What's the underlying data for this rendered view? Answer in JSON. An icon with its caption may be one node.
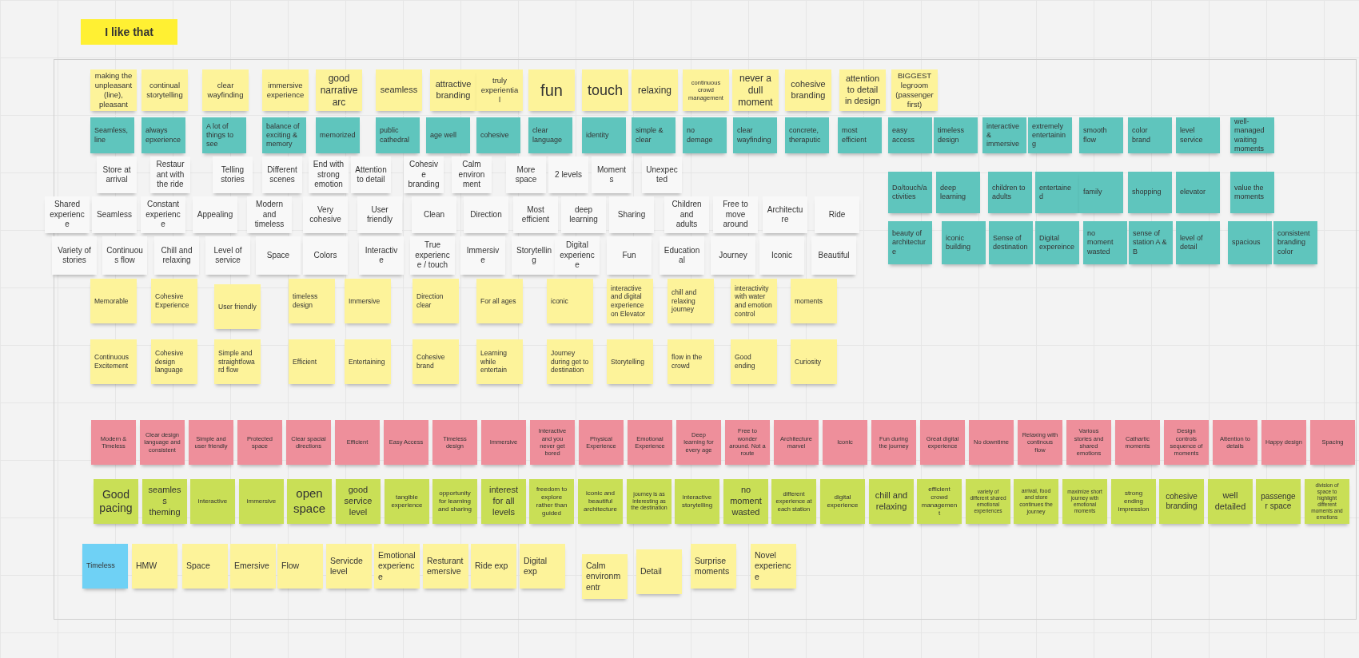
{
  "diagram": {
    "title": "I like that",
    "nodes": [
      {
        "text": [
          "making the unpleasant (line), pleasant"
        ]
      },
      {
        "text": [
          "continual storytelling"
        ]
      },
      {
        "text": [
          "clear wayfinding"
        ]
      },
      {
        "text": [
          "immersive experience"
        ]
      },
      {
        "text": [
          "good narrative arc"
        ]
      },
      {
        "text": [
          "seamless"
        ]
      },
      {
        "text": [
          "attractive branding"
        ]
      },
      {
        "text": [
          "truly experiential"
        ]
      },
      {
        "text": [
          "fun"
        ]
      },
      {
        "text": [
          "touch"
        ]
      },
      {
        "text": [
          "relaxing"
        ]
      },
      {
        "text": [
          "continuous crowd management"
        ]
      },
      {
        "text": [
          "never a dull moment"
        ]
      },
      {
        "text": [
          "cohesive branding"
        ]
      },
      {
        "text": [
          "attention to detail in design"
        ]
      },
      {
        "text": [
          "BIGGEST legroom (passenger first)"
        ]
      },
      {
        "text": [
          "Seamless, line"
        ]
      },
      {
        "text": [
          "always epxerience"
        ]
      },
      {
        "text": [
          "A lot of things to see"
        ]
      },
      {
        "text": [
          "balance of exciting & memory"
        ]
      },
      {
        "text": [
          "memorized"
        ]
      },
      {
        "text": [
          "public cathedral"
        ]
      },
      {
        "text": [
          "age well"
        ]
      },
      {
        "text": [
          "cohesive"
        ]
      },
      {
        "text": [
          "clear language"
        ]
      },
      {
        "text": [
          "identity"
        ]
      },
      {
        "text": [
          "simple & clear"
        ]
      },
      {
        "text": [
          "no demage"
        ]
      },
      {
        "text": [
          "clear wayfinding"
        ]
      },
      {
        "text": [
          "concrete, theraputic"
        ]
      },
      {
        "text": [
          "most efficient"
        ]
      },
      {
        "text": [
          "easy access"
        ]
      },
      {
        "text": [
          "timeless design"
        ]
      },
      {
        "text": [
          "interactive & immersive"
        ]
      },
      {
        "text": [
          "extremely entertaining"
        ]
      },
      {
        "text": [
          "smooth flow"
        ]
      },
      {
        "text": [
          "color brand"
        ]
      },
      {
        "text": [
          "level service"
        ]
      },
      {
        "text": [
          "well-managed waiting moments"
        ]
      },
      {
        "text": [
          "Store at arrival"
        ]
      },
      {
        "text": [
          "Restaurant with the ride"
        ]
      },
      {
        "text": [
          "Telling stories"
        ]
      },
      {
        "text": [
          "Different scenes"
        ]
      },
      {
        "text": [
          "End with strong emotion"
        ]
      },
      {
        "text": [
          "Attention to detail"
        ]
      },
      {
        "text": [
          "Cohesive branding"
        ]
      },
      {
        "text": [
          "Calm environment"
        ]
      },
      {
        "text": [
          "More space"
        ]
      },
      {
        "text": [
          "2 levels"
        ]
      },
      {
        "text": [
          "Moments"
        ]
      },
      {
        "text": [
          "Unexpected"
        ]
      },
      {
        "text": [
          "Do/touch/activities"
        ]
      },
      {
        "text": [
          "deep learning"
        ]
      },
      {
        "text": [
          "children to adults"
        ]
      },
      {
        "text": [
          "entertained"
        ]
      },
      {
        "text": [
          "family"
        ]
      },
      {
        "text": [
          "shopping"
        ]
      },
      {
        "text": [
          "elevator"
        ]
      },
      {
        "text": [
          "value the moments"
        ]
      },
      {
        "text": [
          "Shared experience"
        ]
      },
      {
        "text": [
          "Seamless"
        ]
      },
      {
        "text": [
          "Constant experience"
        ]
      },
      {
        "text": [
          "Appealing"
        ]
      },
      {
        "text": [
          "Modern and timeless"
        ]
      },
      {
        "text": [
          "Very cohesive"
        ]
      },
      {
        "text": [
          "User friendly"
        ]
      },
      {
        "text": [
          "Clean"
        ]
      },
      {
        "text": [
          "Direction"
        ]
      },
      {
        "text": [
          "Most efficient"
        ]
      },
      {
        "text": [
          "deep learning"
        ]
      },
      {
        "text": [
          "Sharing"
        ]
      },
      {
        "text": [
          "Children and adults"
        ]
      },
      {
        "text": [
          "Free to move around"
        ]
      },
      {
        "text": [
          "Architecture"
        ]
      },
      {
        "text": [
          "Ride"
        ]
      },
      {
        "text": [
          "beauty of architecture"
        ]
      },
      {
        "text": [
          "iconic building"
        ]
      },
      {
        "text": [
          "Sense of destination"
        ]
      },
      {
        "text": [
          "Digital expereince"
        ]
      },
      {
        "text": [
          "no moment wasted"
        ]
      },
      {
        "text": [
          "sense of station A & B"
        ]
      },
      {
        "text": [
          "level of detail"
        ]
      },
      {
        "text": [
          "spacious"
        ]
      },
      {
        "text": [
          "consistent branding color"
        ]
      },
      {
        "text": [
          "Variety of stories"
        ]
      },
      {
        "text": [
          "Continuous flow"
        ]
      },
      {
        "text": [
          "Chill and relaxing"
        ]
      },
      {
        "text": [
          "Level of service"
        ]
      },
      {
        "text": [
          "Space"
        ]
      },
      {
        "text": [
          "Colors"
        ]
      },
      {
        "text": [
          "Interactive"
        ]
      },
      {
        "text": [
          "True experience / touch"
        ]
      },
      {
        "text": [
          "Immersive"
        ]
      },
      {
        "text": [
          "Storytelling"
        ]
      },
      {
        "text": [
          "Digital experience"
        ]
      },
      {
        "text": [
          "Fun"
        ]
      },
      {
        "text": [
          "Educational"
        ]
      },
      {
        "text": [
          "Journey"
        ]
      },
      {
        "text": [
          "Iconic"
        ]
      },
      {
        "text": [
          "Beautiful"
        ]
      },
      {
        "text": [
          "Memorable"
        ]
      },
      {
        "text": [
          "Cohesive Experience"
        ]
      },
      {
        "text": [
          "User friendly"
        ]
      },
      {
        "text": [
          "timeless design"
        ]
      },
      {
        "text": [
          "Immersive"
        ]
      },
      {
        "text": [
          "Direction clear"
        ]
      },
      {
        "text": [
          "For all ages"
        ]
      },
      {
        "text": [
          "iconic"
        ]
      },
      {
        "text": [
          "interactive and digital experience on Elevator"
        ]
      },
      {
        "text": [
          "chill and relaxing journey"
        ]
      },
      {
        "text": [
          "interactivity with water and emotion control"
        ]
      },
      {
        "text": [
          "moments"
        ]
      },
      {
        "text": [
          "Continuous Excitement"
        ]
      },
      {
        "text": [
          "Cohesive design language"
        ]
      },
      {
        "text": [
          "Simple and straightfoward flow"
        ]
      },
      {
        "text": [
          "Efficient"
        ]
      },
      {
        "text": [
          "Entertaining"
        ]
      },
      {
        "text": [
          "Cohesive brand"
        ]
      },
      {
        "text": [
          "Learning while entertain"
        ]
      },
      {
        "text": [
          "Journey during get to destination"
        ]
      },
      {
        "text": [
          "Storytelling"
        ]
      },
      {
        "text": [
          "flow in the crowd"
        ]
      },
      {
        "text": [
          "Good ending"
        ]
      },
      {
        "text": [
          "Curiosity"
        ]
      },
      {
        "text": [
          "Modern & Timeless"
        ]
      },
      {
        "text": [
          "Clear design language and consistent"
        ]
      },
      {
        "text": [
          "Simple and user friendly"
        ]
      },
      {
        "text": [
          "Protected space"
        ]
      },
      {
        "text": [
          "Clear spacial directions"
        ]
      },
      {
        "text": [
          "Efficient"
        ]
      },
      {
        "text": [
          "Easy Access"
        ]
      },
      {
        "text": [
          "Timeless design"
        ]
      },
      {
        "text": [
          "Immersive"
        ]
      },
      {
        "text": [
          "Interactive and you never get bored"
        ]
      },
      {
        "text": [
          "Physical Experience"
        ]
      },
      {
        "text": [
          "Emotional Experience"
        ]
      },
      {
        "text": [
          "Deep learning for every age"
        ]
      },
      {
        "text": [
          "Free to wonder around. Not a route"
        ]
      },
      {
        "text": [
          "Architecture marvel"
        ]
      },
      {
        "text": [
          "Iconic"
        ]
      },
      {
        "text": [
          "Fun during the journey"
        ]
      },
      {
        "text": [
          "Great digital experience"
        ]
      },
      {
        "text": [
          "No downtime"
        ]
      },
      {
        "text": [
          "Relaxing with continous flow"
        ]
      },
      {
        "text": [
          "Various stories and shared emotions"
        ]
      },
      {
        "text": [
          "Cathartic moments"
        ]
      },
      {
        "text": [
          "Design controls sequence of moments"
        ]
      },
      {
        "text": [
          "Attention to details"
        ]
      },
      {
        "text": [
          "Happy design"
        ]
      },
      {
        "text": [
          "Spacing"
        ]
      },
      {
        "text": [
          "Good pacing"
        ]
      },
      {
        "text": [
          "seamless theming"
        ]
      },
      {
        "text": [
          "interactive"
        ]
      },
      {
        "text": [
          "immersive"
        ]
      },
      {
        "text": [
          "open space"
        ]
      },
      {
        "text": [
          "good service level"
        ]
      },
      {
        "text": [
          "tangible experience"
        ]
      },
      {
        "text": [
          "opportunity for learning and sharing"
        ]
      },
      {
        "text": [
          "interest for all levels"
        ]
      },
      {
        "text": [
          "freedom to explore rather than guided"
        ]
      },
      {
        "text": [
          "iconic and beautiful architecture"
        ]
      },
      {
        "text": [
          "journey is as interesting as the destination"
        ]
      },
      {
        "text": [
          "interactive storytelling"
        ]
      },
      {
        "text": [
          "no moment wasted"
        ]
      },
      {
        "text": [
          "different experience at each station"
        ]
      },
      {
        "text": [
          "digital experience"
        ]
      },
      {
        "text": [
          "chill and relaxing"
        ]
      },
      {
        "text": [
          "efficient crowd management"
        ]
      },
      {
        "text": [
          "variety of different shared emotional experiences"
        ]
      },
      {
        "text": [
          "arrival, food and store continues the journey"
        ]
      },
      {
        "text": [
          "maximize short journey with emotional moments"
        ]
      },
      {
        "text": [
          "strong ending impression"
        ]
      },
      {
        "text": [
          "cohesive branding"
        ]
      },
      {
        "text": [
          "well detailed"
        ]
      },
      {
        "text": [
          "passenger space"
        ]
      },
      {
        "text": [
          "division of space to highlight different moments and emotions"
        ]
      },
      {
        "text": [
          "Timeless"
        ]
      },
      {
        "text": [
          "HMW"
        ]
      },
      {
        "text": [
          "Space"
        ]
      },
      {
        "text": [
          "Emersive"
        ]
      },
      {
        "text": [
          "Flow"
        ]
      },
      {
        "text": [
          "Servicde level"
        ]
      },
      {
        "text": [
          "Emotional experience"
        ]
      },
      {
        "text": [
          "Resturant emersive"
        ]
      },
      {
        "text": [
          "Ride exp"
        ]
      },
      {
        "text": [
          "Digital exp"
        ]
      },
      {
        "text": [
          "Calm environmentr"
        ]
      },
      {
        "text": [
          "Detail"
        ]
      },
      {
        "text": [
          "Surprise moments"
        ]
      },
      {
        "text": [
          "Novel experience"
        ]
      }
    ]
  }
}
